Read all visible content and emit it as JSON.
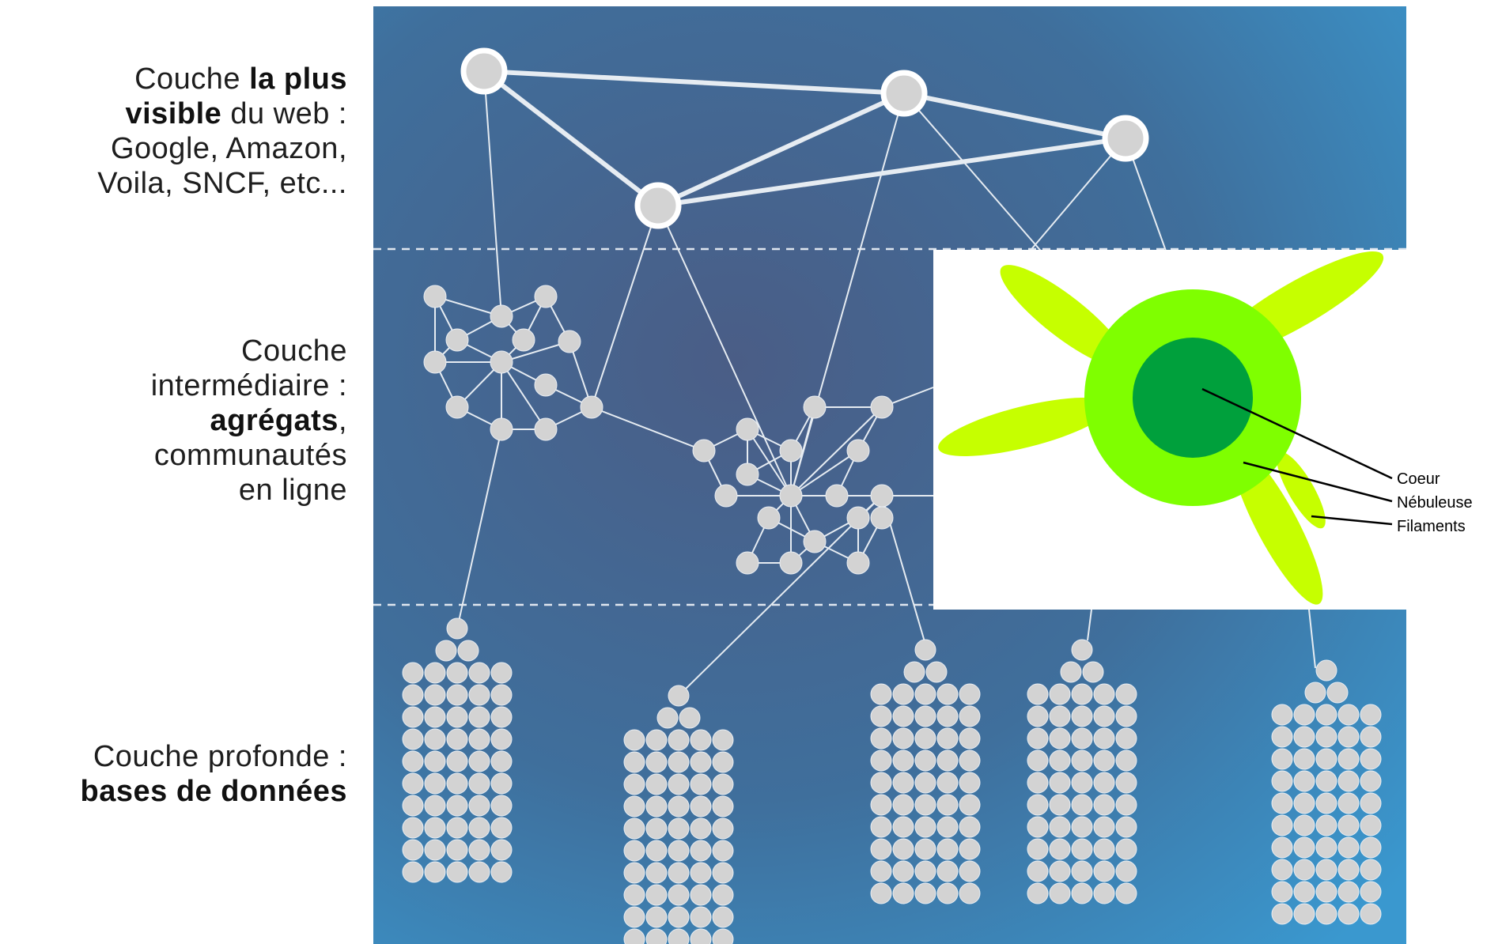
{
  "labels": {
    "top": {
      "p1": "Couche ",
      "b1": "la plus",
      "b2": "visible",
      "p2": " du web :",
      "p3": "Google, Amazon,",
      "p4": "Voila, SNCF, etc..."
    },
    "middle": {
      "p1": "Couche",
      "p2": "intermédiaire :",
      "b1": "agrégats",
      "p3": ",",
      "p4": "communautés",
      "p5": "en ligne"
    },
    "deep": {
      "p1": "Couche profonde :",
      "b1": "bases de données"
    }
  },
  "inset": {
    "labels": {
      "core": "Coeur",
      "nebula": "Nébuleuse",
      "filaments": "Filaments"
    }
  },
  "colors": {
    "panel_dark": "#3f5f86",
    "panel_light": "#3d8fc4",
    "node_fill": "#d3d3d3",
    "link": "#e6ecf2",
    "core": "#00a03c",
    "nebula": "#7fff00",
    "filament": "#c6ff00"
  }
}
